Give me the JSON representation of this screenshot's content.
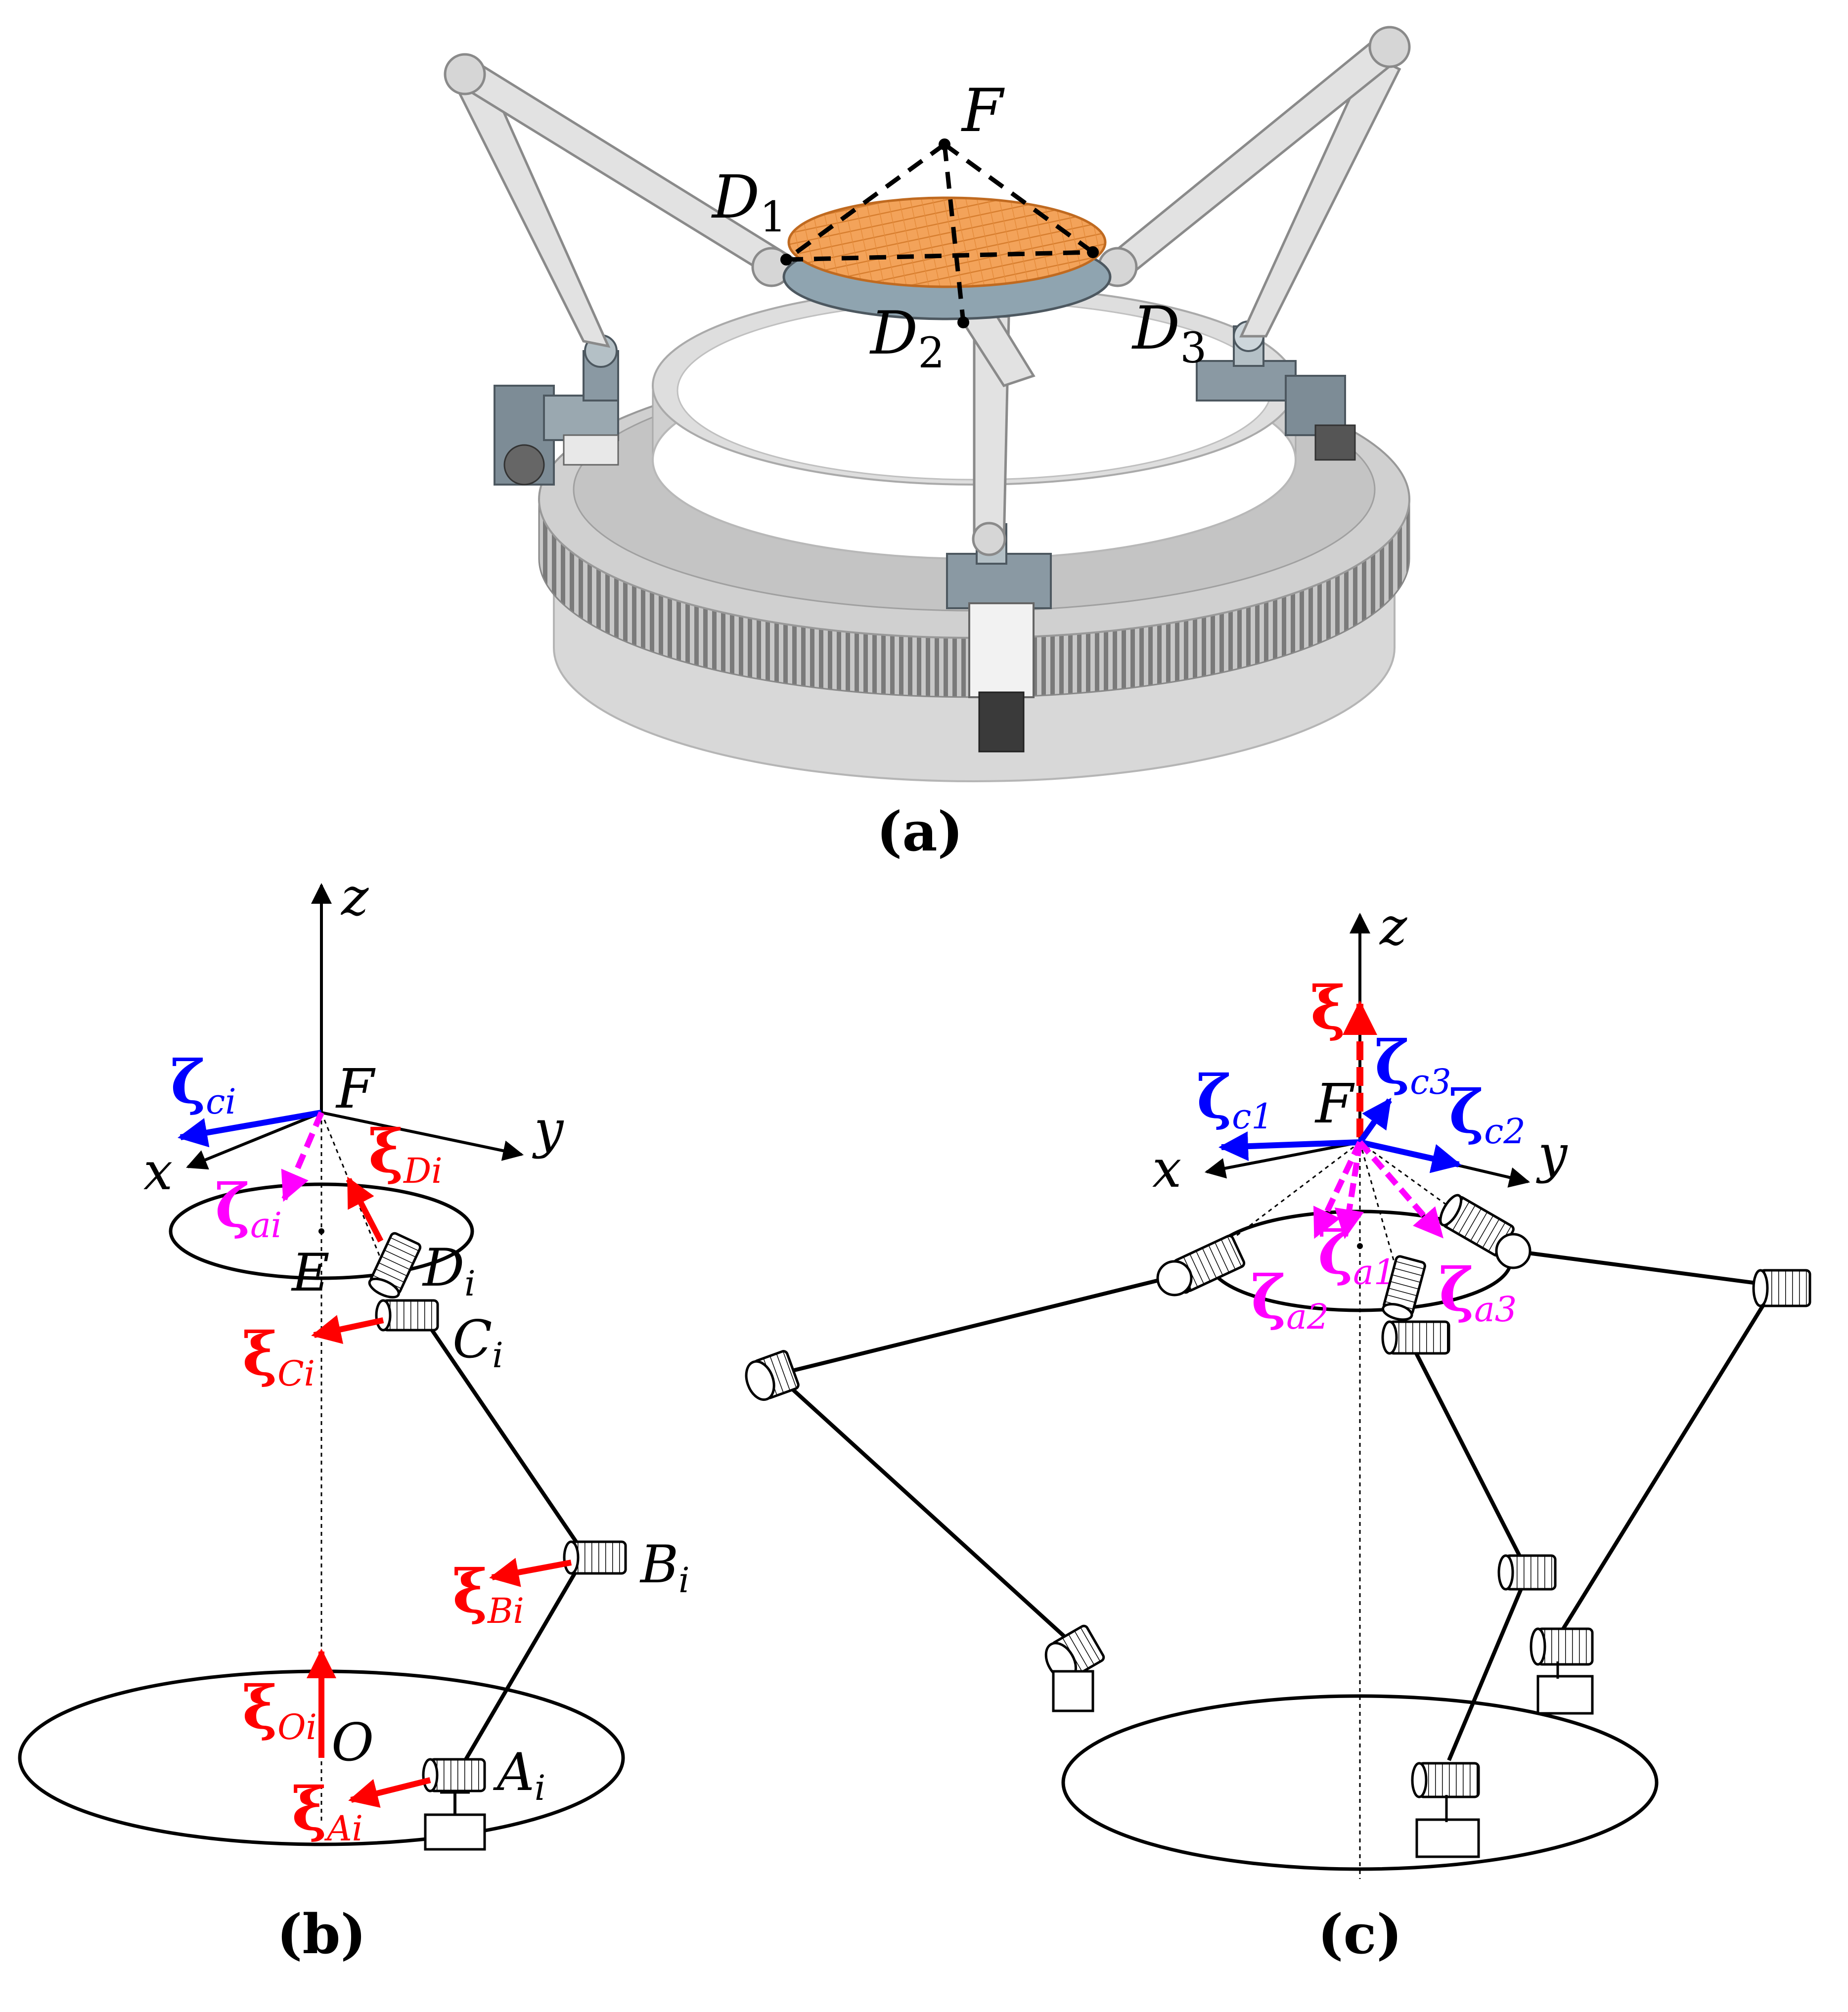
{
  "panel_a": {
    "caption": "(a)",
    "point_F": "F",
    "point_D1": "D",
    "point_D1_sub": "1",
    "point_D2": "D",
    "point_D2_sub": "2",
    "point_D3": "D",
    "point_D3_sub": "3"
  },
  "panel_b": {
    "caption": "(b)",
    "axis_z": "z",
    "axis_x": "x",
    "axis_y": "y",
    "point_F": "F",
    "point_E": "E",
    "point_D": "D",
    "point_D_sub": "i",
    "point_C": "C",
    "point_C_sub": "i",
    "point_B": "B",
    "point_B_sub": "i",
    "point_A": "A",
    "point_A_sub": "i",
    "point_O": "O",
    "zeta_c": "ζ",
    "zeta_c_sub": "ci",
    "zeta_a": "ζ",
    "zeta_a_sub": "ai",
    "xi_D": "ξ",
    "xi_D_sub": "Di",
    "xi_C": "ξ",
    "xi_C_sub": "Ci",
    "xi_B": "ξ",
    "xi_B_sub": "Bi",
    "xi_O": "ξ",
    "xi_O_sub": "Oi",
    "xi_A": "ξ",
    "xi_A_sub": "Ai"
  },
  "panel_c": {
    "caption": "(c)",
    "axis_z": "z",
    "axis_x": "x",
    "axis_y": "y",
    "point_F": "F",
    "xi": "ξ",
    "zeta_c1": "ζ",
    "zeta_c1_sub": "c1",
    "zeta_c2": "ζ",
    "zeta_c2_sub": "c2",
    "zeta_c3": "ζ",
    "zeta_c3_sub": "c3",
    "zeta_a1": "ζ",
    "zeta_a1_sub": "a1",
    "zeta_a2": "ζ",
    "zeta_a2_sub": "a2",
    "zeta_a3": "ζ",
    "zeta_a3_sub": "a3"
  },
  "colors": {
    "red": "#ff0000",
    "blue": "#0000ff",
    "magenta": "#ff00ff",
    "orange": "#f0a050",
    "grey_body": "#dcdcdc",
    "grey_dark": "#8b9aa3"
  }
}
